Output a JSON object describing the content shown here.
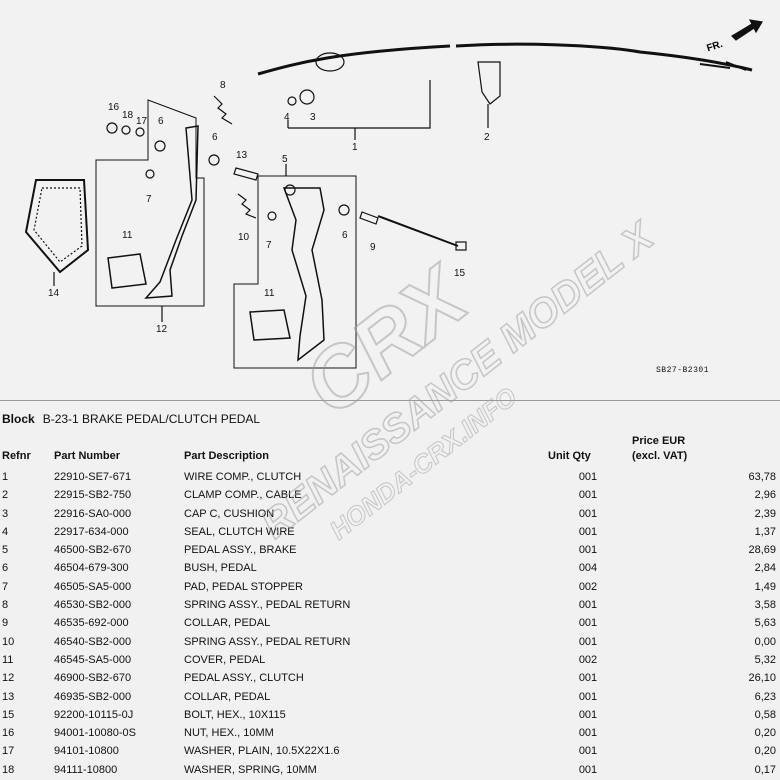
{
  "diagram": {
    "direction_label": "FR.",
    "code": "SB27-B2301",
    "callouts": [
      "1",
      "2",
      "3",
      "4",
      "5",
      "6",
      "6",
      "6",
      "7",
      "7",
      "8",
      "9",
      "10",
      "11",
      "11",
      "12",
      "13",
      "14",
      "15",
      "16",
      "17",
      "18"
    ]
  },
  "watermark": {
    "lines": [
      "CRX",
      "RENAISSANCE MODEL X",
      "HONDA-CRX.INFO"
    ]
  },
  "block": {
    "label": "Block",
    "title": "B-23-1 BRAKE PEDAL/CLUTCH PEDAL"
  },
  "table": {
    "headers": {
      "refnr": "Refnr",
      "part_number": "Part Number",
      "description": "Part Description",
      "unit_qty": "Unit Qty",
      "price_line1": "Price EUR",
      "price_line2": "(excl. VAT)"
    },
    "rows": [
      {
        "refnr": "1",
        "part_number": "22910-SE7-671",
        "description": "WIRE COMP., CLUTCH",
        "unit_qty": "001",
        "price": "63,78"
      },
      {
        "refnr": "2",
        "part_number": "22915-SB2-750",
        "description": "CLAMP COMP., CABLE",
        "unit_qty": "001",
        "price": "2,96"
      },
      {
        "refnr": "3",
        "part_number": "22916-SA0-000",
        "description": "CAP C, CUSHION",
        "unit_qty": "001",
        "price": "2,39"
      },
      {
        "refnr": "4",
        "part_number": "22917-634-000",
        "description": "SEAL, CLUTCH WIRE",
        "unit_qty": "001",
        "price": "1,37"
      },
      {
        "refnr": "5",
        "part_number": "46500-SB2-670",
        "description": "PEDAL ASSY., BRAKE",
        "unit_qty": "001",
        "price": "28,69"
      },
      {
        "refnr": "6",
        "part_number": "46504-679-300",
        "description": "BUSH, PEDAL",
        "unit_qty": "004",
        "price": "2,84"
      },
      {
        "refnr": "7",
        "part_number": "46505-SA5-000",
        "description": "PAD, PEDAL STOPPER",
        "unit_qty": "002",
        "price": "1,49"
      },
      {
        "refnr": "8",
        "part_number": "46530-SB2-000",
        "description": "SPRING ASSY., PEDAL RETURN",
        "unit_qty": "001",
        "price": "3,58"
      },
      {
        "refnr": "9",
        "part_number": "46535-692-000",
        "description": "COLLAR, PEDAL",
        "unit_qty": "001",
        "price": "5,63"
      },
      {
        "refnr": "10",
        "part_number": "46540-SB2-000",
        "description": "SPRING ASSY., PEDAL RETURN",
        "unit_qty": "001",
        "price": "0,00"
      },
      {
        "refnr": "11",
        "part_number": "46545-SA5-000",
        "description": "COVER, PEDAL",
        "unit_qty": "002",
        "price": "5,32"
      },
      {
        "refnr": "12",
        "part_number": "46900-SB2-670",
        "description": "PEDAL ASSY., CLUTCH",
        "unit_qty": "001",
        "price": "26,10"
      },
      {
        "refnr": "13",
        "part_number": "46935-SB2-000",
        "description": "COLLAR, PEDAL",
        "unit_qty": "001",
        "price": "6,23"
      },
      {
        "refnr": "15",
        "part_number": "92200-10115-0J",
        "description": "BOLT, HEX., 10X115",
        "unit_qty": "001",
        "price": "0,58"
      },
      {
        "refnr": "16",
        "part_number": "94001-10080-0S",
        "description": "NUT, HEX., 10MM",
        "unit_qty": "001",
        "price": "0,20"
      },
      {
        "refnr": "17",
        "part_number": "94101-10800",
        "description": "WASHER, PLAIN, 10.5X22X1.6",
        "unit_qty": "001",
        "price": "0,20"
      },
      {
        "refnr": "18",
        "part_number": "94111-10800",
        "description": "WASHER, SPRING, 10MM",
        "unit_qty": "001",
        "price": "0,17"
      }
    ]
  }
}
